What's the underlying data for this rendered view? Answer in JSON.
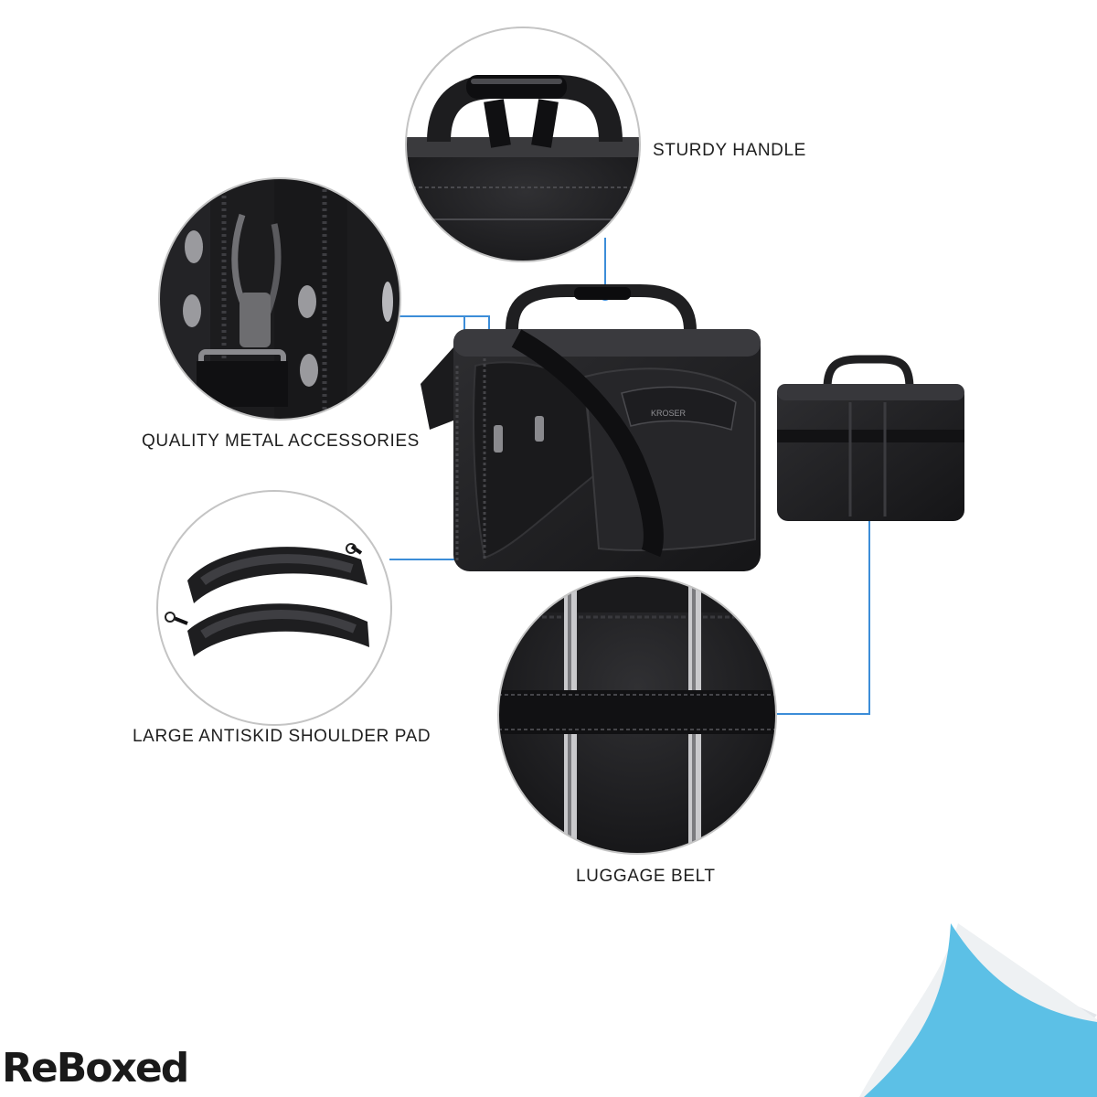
{
  "features": {
    "handle": "STURDY HANDLE",
    "metal": "QUALITY METAL ACCESSORIES",
    "pad": "LARGE ANTISKID SHOULDER PAD",
    "belt": "LUGGAGE BELT"
  },
  "product": {
    "logo_text": "KROSER"
  },
  "brand": {
    "name": "ReBoxed"
  },
  "colors": {
    "callout_line": "#3c8dd8",
    "bag_body": "#242426",
    "circle_border": "#c4c4c4",
    "corner_accent": "#5cc0e6"
  }
}
